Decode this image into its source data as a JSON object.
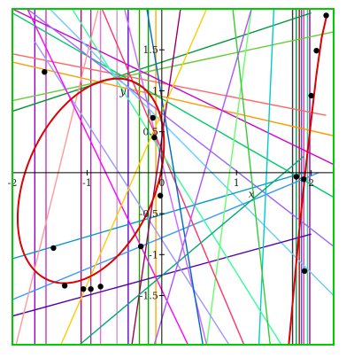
{
  "chart_data": {
    "type": "line",
    "title": "",
    "xlabel": "x",
    "ylabel": "y",
    "xlim": [
      -2,
      2.3
    ],
    "ylim": [
      -2.1,
      2.0
    ],
    "xticks": [
      -2,
      -1,
      0,
      1,
      2
    ],
    "xtick_labels": [
      "-2",
      "-1",
      "0",
      "1",
      "2"
    ],
    "yticks": [
      -1.5,
      -1,
      -0.5,
      0.5,
      1,
      1.5
    ],
    "ytick_labels": [
      "-1.5",
      "-1",
      "-0.5",
      "0.5",
      "1",
      "1.5"
    ],
    "grid": false,
    "legend": "none",
    "frame_color": "#00cc00",
    "series": [
      {
        "kind": "curve-ellipse",
        "color": "#dd0000",
        "center": [
          -0.95,
          -0.1
        ],
        "rx": 0.85,
        "ry": 1.34,
        "rotation_deg": -28
      },
      {
        "kind": "curve-branch",
        "color": "#dd0000",
        "x": [
          1.7,
          1.76,
          1.84,
          1.92,
          2.0,
          2.07,
          2.14,
          2.21
        ],
        "y": [
          -2.1,
          -1.5,
          -0.7,
          0.0,
          0.65,
          1.2,
          1.65,
          1.93
        ]
      },
      {
        "kind": "points",
        "color": "#000000",
        "x": [
          -1.57,
          -1.3,
          -1.45,
          -1.05,
          -0.95,
          -0.82,
          -0.28,
          -0.12,
          -0.1,
          -0.02,
          1.8,
          1.9,
          1.91,
          2.0,
          2.07,
          2.2
        ],
        "y": [
          1.23,
          -1.38,
          -0.92,
          -1.42,
          -1.42,
          -1.39,
          -0.9,
          0.67,
          0.43,
          -0.28,
          -0.05,
          -0.08,
          -1.2,
          0.94,
          1.49,
          1.92
        ]
      }
    ],
    "lines": [
      {
        "color": "#9900cc",
        "x": [
          -1.7,
          -1.7
        ],
        "y": [
          -2.1,
          2.0
        ]
      },
      {
        "color": "#cc33cc",
        "x": [
          -1.55,
          -1.55
        ],
        "y": [
          -2.1,
          2.0
        ]
      },
      {
        "color": "#cc0066",
        "x": [
          -1.08,
          -1.08
        ],
        "y": [
          -2.1,
          2.0
        ]
      },
      {
        "color": "#993399",
        "x": [
          -0.95,
          -0.95
        ],
        "y": [
          -2.1,
          2.0
        ]
      },
      {
        "color": "#ff66cc",
        "x": [
          -0.82,
          -0.82
        ],
        "y": [
          -2.1,
          2.0
        ]
      },
      {
        "color": "#cc99cc",
        "x": [
          -0.6,
          -0.6
        ],
        "y": [
          -2.1,
          2.0
        ]
      },
      {
        "color": "#6600cc",
        "x": [
          -0.45,
          -0.45
        ],
        "y": [
          -2.1,
          2.0
        ]
      },
      {
        "color": "#339900",
        "x": [
          -0.3,
          -0.3
        ],
        "y": [
          -2.1,
          2.0
        ]
      },
      {
        "color": "#00aa00",
        "x": [
          -0.18,
          -0.18
        ],
        "y": [
          -2.1,
          2.0
        ]
      },
      {
        "color": "#ffaa00",
        "x": [
          -0.08,
          -0.08
        ],
        "y": [
          -2.1,
          2.0
        ]
      },
      {
        "color": "#333333",
        "x": [
          1.75,
          1.75
        ],
        "y": [
          -2.1,
          2.0
        ]
      },
      {
        "color": "#009966",
        "x": [
          1.8,
          1.8
        ],
        "y": [
          -2.1,
          2.0
        ]
      },
      {
        "color": "#cc0000",
        "x": [
          1.84,
          1.84
        ],
        "y": [
          -2.1,
          2.0
        ]
      },
      {
        "color": "#3366cc",
        "x": [
          1.87,
          1.87
        ],
        "y": [
          -2.1,
          2.0
        ]
      },
      {
        "color": "#ff3399",
        "x": [
          1.9,
          1.9
        ],
        "y": [
          -2.1,
          2.0
        ]
      },
      {
        "color": "#33cc99",
        "x": [
          1.95,
          1.95
        ],
        "y": [
          -2.1,
          2.0
        ]
      },
      {
        "color": "#990099",
        "x": [
          1.98,
          1.98
        ],
        "y": [
          -2.1,
          2.0
        ]
      },
      {
        "color": "#ff9900",
        "x": [
          -2.0,
          2.3
        ],
        "y": [
          1.35,
          0.45
        ]
      },
      {
        "color": "#009933",
        "x": [
          -2.0,
          2.0
        ],
        "y": [
          0.75,
          1.95
        ]
      },
      {
        "color": "#66cc33",
        "x": [
          -2.0,
          2.3
        ],
        "y": [
          0.88,
          1.72
        ]
      },
      {
        "color": "#ff6666",
        "x": [
          -2.0,
          2.2
        ],
        "y": [
          1.45,
          0.7
        ]
      },
      {
        "color": "#cc00cc",
        "x": [
          -2.0,
          2.3
        ],
        "y": [
          2.0,
          0.1
        ]
      },
      {
        "color": "#00cc66",
        "x": [
          -2.0,
          2.3
        ],
        "y": [
          1.95,
          -0.3
        ]
      },
      {
        "color": "#9966ff",
        "x": [
          -1.8,
          2.3
        ],
        "y": [
          2.0,
          -0.9
        ]
      },
      {
        "color": "#66ccff",
        "x": [
          -1.5,
          2.3
        ],
        "y": [
          2.0,
          -1.5
        ]
      },
      {
        "color": "#0099cc",
        "x": [
          -2.0,
          1.9
        ],
        "y": [
          -1.05,
          0.0
        ]
      },
      {
        "color": "#5500aa",
        "x": [
          -2.0,
          2.0
        ],
        "y": [
          -1.75,
          -0.75
        ]
      },
      {
        "color": "#3399ff",
        "x": [
          -2.0,
          2.1
        ],
        "y": [
          -1.55,
          0.0
        ]
      },
      {
        "color": "#ff9999",
        "x": [
          -1.95,
          -0.85
        ],
        "y": [
          -2.1,
          2.0
        ]
      },
      {
        "color": "#00cccc",
        "x": [
          1.3,
          1.5
        ],
        "y": [
          -2.1,
          2.0
        ]
      },
      {
        "color": "#66ff66",
        "x": [
          0.6,
          1.2
        ],
        "y": [
          -2.1,
          2.0
        ]
      },
      {
        "color": "#cc66ff",
        "x": [
          -0.5,
          0.6
        ],
        "y": [
          2.0,
          -2.1
        ]
      },
      {
        "color": "#ff3366",
        "x": [
          -0.8,
          1.1
        ],
        "y": [
          2.0,
          -2.1
        ]
      },
      {
        "color": "#33ff99",
        "x": [
          -1.2,
          1.6
        ],
        "y": [
          2.0,
          -2.1
        ]
      },
      {
        "color": "#9999ff",
        "x": [
          -1.7,
          0.9
        ],
        "y": [
          1.6,
          -2.1
        ]
      },
      {
        "color": "#ff00ff",
        "x": [
          -1.8,
          0.35
        ],
        "y": [
          2.0,
          -2.1
        ]
      },
      {
        "color": "#0066cc",
        "x": [
          -0.2,
          0.55
        ],
        "y": [
          2.0,
          -2.1
        ]
      },
      {
        "color": "#33cc33",
        "x": [
          0.95,
          1.45
        ],
        "y": [
          2.0,
          -2.1
        ]
      },
      {
        "color": "#990066",
        "x": [
          -0.4,
          0.25
        ],
        "y": [
          -2.1,
          2.0
        ]
      },
      {
        "color": "#ffcc00",
        "x": [
          -1.35,
          0.6
        ],
        "y": [
          -2.1,
          2.0
        ]
      },
      {
        "color": "#00aa77",
        "x": [
          -1.1,
          1.9
        ],
        "y": [
          -2.1,
          0.2
        ]
      },
      {
        "color": "#aa55ff",
        "x": [
          -0.1,
          1.2
        ],
        "y": [
          -2.1,
          2.0
        ]
      }
    ]
  }
}
